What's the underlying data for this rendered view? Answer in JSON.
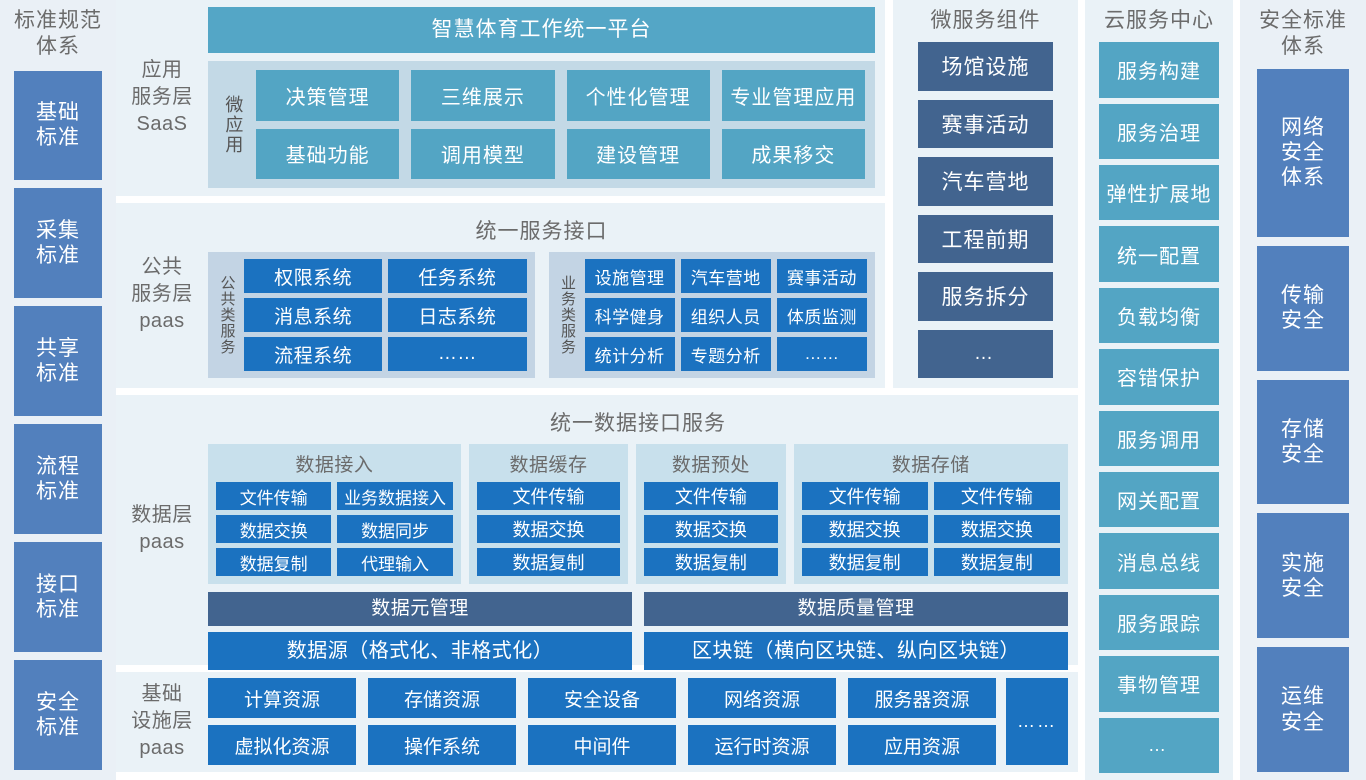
{
  "left_standards": {
    "title": "标准规范\n体系",
    "title_lines": [
      "标准规范",
      "体系"
    ],
    "items": [
      {
        "label": "基础\n标准",
        "l1": "基础",
        "l2": "标准"
      },
      {
        "label": "采集\n标准",
        "l1": "采集",
        "l2": "标准"
      },
      {
        "label": "共享\n标准",
        "l1": "共享",
        "l2": "标准"
      },
      {
        "label": "流程\n标准",
        "l1": "流程",
        "l2": "标准"
      },
      {
        "label": "接口\n标准",
        "l1": "接口",
        "l2": "标准"
      },
      {
        "label": "安全\n标准",
        "l1": "安全",
        "l2": "标准"
      }
    ]
  },
  "app_layer": {
    "layer_label": "应用\n服务层\nSaaS",
    "layer_label_lines": [
      "应用",
      "服务层",
      "SaaS"
    ],
    "platform_title": "智慧体育工作统一平台",
    "group_label": "微应用",
    "items": [
      "决策管理",
      "三维展示",
      "个性化管理",
      "专业管理应用",
      "基础功能",
      "调用模型",
      "建设管理",
      "成果移交"
    ]
  },
  "public_layer": {
    "layer_label": "公共\n服务层\npaas",
    "layer_label_lines": [
      "公共",
      "服务层",
      "paas"
    ],
    "section_title": "统一服务接口",
    "groups": [
      {
        "vlabel": "公共类服务",
        "items": [
          "权限系统",
          "任务系统",
          "消息系统",
          "日志系统",
          "流程系统",
          "……"
        ]
      },
      {
        "vlabel": "业务类服务",
        "items": [
          "设施管理",
          "汽车营地",
          "赛事活动",
          "科学健身",
          "组织人员",
          "体质监测",
          "统计分析",
          "专题分析",
          "……"
        ]
      }
    ]
  },
  "data_layer": {
    "layer_label": "数据层\npaas",
    "layer_label_lines": [
      "数据层",
      "paas"
    ],
    "section_title": "统一数据接口服务",
    "groups": [
      {
        "title": "数据接入",
        "cols": 2,
        "items": [
          "文件传输",
          "业务数据接入",
          "数据交换",
          "数据同步",
          "数据复制",
          "代理输入"
        ]
      },
      {
        "title": "数据缓存",
        "cols": 1,
        "items": [
          "文件传输",
          "数据交换",
          "数据复制"
        ]
      },
      {
        "title": "数据预处",
        "cols": 1,
        "items": [
          "文件传输",
          "数据交换",
          "数据复制"
        ]
      },
      {
        "title": "数据存储",
        "cols": 2,
        "items": [
          "文件传输",
          "文件传输",
          "数据交换",
          "数据交换",
          "数据复制",
          "数据复制"
        ]
      }
    ],
    "management": [
      "数据元管理",
      "数据质量管理"
    ],
    "sources": [
      "数据源（格式化、非格式化）",
      "区块链（横向区块链、纵向区块链）"
    ]
  },
  "infra_layer": {
    "layer_label": "基础\n设施层\npaas",
    "layer_label_lines": [
      "基础",
      "设施层",
      "paas"
    ],
    "items": [
      "计算资源",
      "存储资源",
      "安全设备",
      "网络资源",
      "服务器资源",
      "虚拟化资源",
      "操作系统",
      "中间件",
      "运行时资源",
      "应用资源"
    ],
    "more_label": "……"
  },
  "microservice_col": {
    "title": "微服务组件",
    "items": [
      "场馆设施",
      "赛事活动",
      "汽车营地",
      "工程前期",
      "服务拆分",
      "…"
    ]
  },
  "cloud_col": {
    "title": "云服务中心",
    "items": [
      "服务构建",
      "服务治理",
      "弹性扩展地",
      "统一配置",
      "负载均衡",
      "容错保护",
      "服务调用",
      "网关配置",
      "消息总线",
      "服务跟踪",
      "事物管理",
      "…"
    ]
  },
  "security_col": {
    "title": "安全标准\n体系",
    "title_lines": [
      "安全标准",
      "体系"
    ],
    "items": [
      {
        "l1": "网络",
        "l2": "安全",
        "l3": "体系"
      },
      {
        "l1": "传输",
        "l2": "安全",
        "l3": ""
      },
      {
        "l1": "存储",
        "l2": "安全",
        "l3": ""
      },
      {
        "l1": "实施",
        "l2": "安全",
        "l3": ""
      },
      {
        "l1": "运维",
        "l2": "安全",
        "l3": ""
      }
    ]
  },
  "colors": {
    "panel_bg": "#eaf2f7",
    "side_panel_bg": "#eaf0f6",
    "teal": "#53a5c4",
    "blue": "#1b72c0",
    "slate": "#42648f",
    "periwinkle": "#5280bd",
    "group_bg_app": "#c3d9e6",
    "group_bg_pub": "#c3d4e4",
    "group_bg_data": "#c8e0ec"
  }
}
